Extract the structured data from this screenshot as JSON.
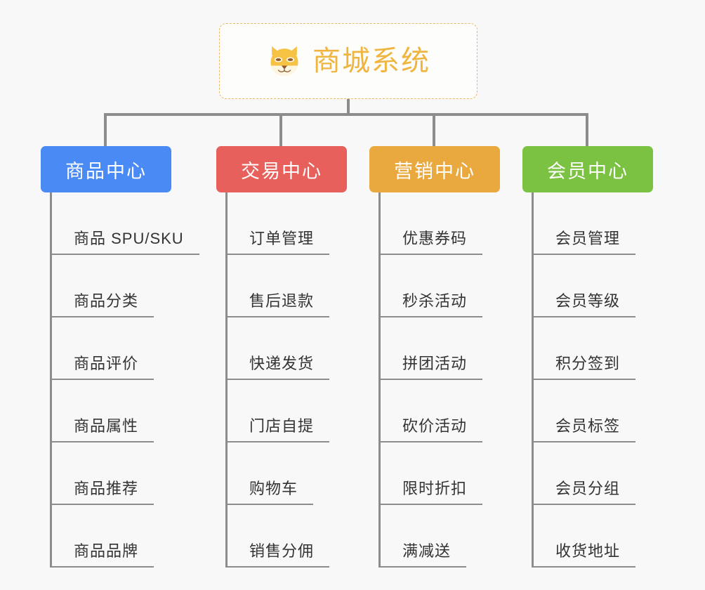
{
  "diagram": {
    "type": "mindmap",
    "background_color": "#f8f8f9",
    "connector_color": "#8c8c8c"
  },
  "root": {
    "title": "商城系统",
    "icon": "shiba-dog-face-emoji",
    "text_color": "#f0b53f",
    "border_color": "#e9b965",
    "background_color": "#fdfdfc"
  },
  "branches": [
    {
      "label": "商品中心",
      "color": "#4a8af4",
      "items": [
        "商品 SPU/SKU",
        "商品分类",
        "商品评价",
        "商品属性",
        "商品推荐",
        "商品品牌"
      ]
    },
    {
      "label": "交易中心",
      "color": "#e8605c",
      "items": [
        "订单管理",
        "售后退款",
        "快递发货",
        "门店自提",
        "购物车",
        "销售分佣"
      ]
    },
    {
      "label": "营销中心",
      "color": "#eaa93f",
      "items": [
        "优惠券码",
        "秒杀活动",
        "拼团活动",
        "砍价活动",
        "限时折扣",
        "满减送"
      ]
    },
    {
      "label": "会员中心",
      "color": "#7cc242",
      "items": [
        "会员管理",
        "会员等级",
        "积分签到",
        "会员标签",
        "会员分组",
        "收货地址"
      ]
    }
  ]
}
